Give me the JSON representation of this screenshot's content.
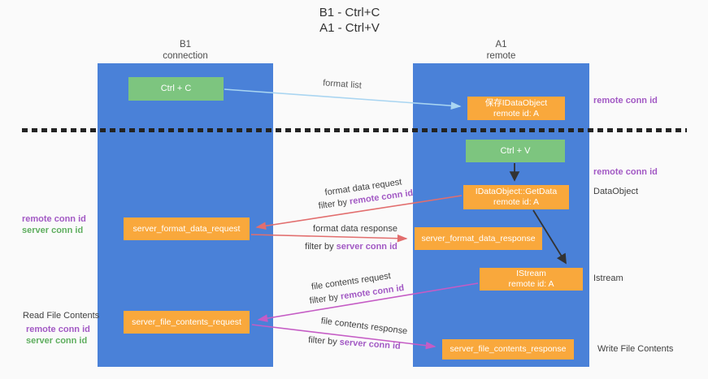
{
  "title": {
    "line1": "B1 - Ctrl+C",
    "line2": "A1 - Ctrl+V"
  },
  "lanes": {
    "left": {
      "name": "B1",
      "role": "connection"
    },
    "right": {
      "name": "A1",
      "role": "remote"
    }
  },
  "nodes": {
    "ctrl_c": {
      "label": "Ctrl + C"
    },
    "save_dataobject": {
      "line1": "保存IDataObject",
      "line2": "remote id: A"
    },
    "ctrl_v": {
      "label": "Ctrl + V"
    },
    "getdata": {
      "line1": "IDataObject::GetData",
      "line2": "remote id: A"
    },
    "format_request": {
      "label": "server_format_data_request"
    },
    "format_response": {
      "label": "server_format_data_response"
    },
    "istream": {
      "line1": "IStream",
      "line2": "remote id: A"
    },
    "file_request": {
      "label": "server_file_contents_request"
    },
    "file_response": {
      "label": "server_file_contents_response"
    }
  },
  "edges": {
    "format_list": {
      "label": "format list"
    },
    "format_request": {
      "line1": "format data request",
      "filter_prefix": "filter by",
      "filter_key": "remote conn id"
    },
    "format_response": {
      "line1": "format data response",
      "filter_prefix": "filter by",
      "filter_key": "server conn id"
    },
    "file_request": {
      "line1": "file contents request",
      "filter_prefix": "filter by",
      "filter_key": "remote conn id"
    },
    "file_response": {
      "line1": "file contents response",
      "filter_prefix": "filter by",
      "filter_key": "server conn id"
    }
  },
  "side_labels": {
    "right_top_conn": "remote conn id",
    "right_mid_conn": "remote conn id",
    "dataobject": "DataObject",
    "istream": "Istream",
    "write_file": "Write File Contents",
    "read_file": "Read File Contents",
    "left_mid_remote": "remote conn id",
    "left_mid_server": "server conn id",
    "left_bottom_remote": "remote conn id",
    "left_bottom_server": "server conn id"
  },
  "colors": {
    "lane_blue": "#4a81d8",
    "node_orange": "#f9a83c",
    "node_green": "#7dc57f",
    "arrow_red": "#e26e6e",
    "arrow_magenta": "#c55cc5",
    "arrow_light_blue": "#a9d5f1",
    "arrow_black": "#333333",
    "text_purple": "#a259c4",
    "text_green": "#5fae5f",
    "text_dark": "#3f3f3f"
  }
}
